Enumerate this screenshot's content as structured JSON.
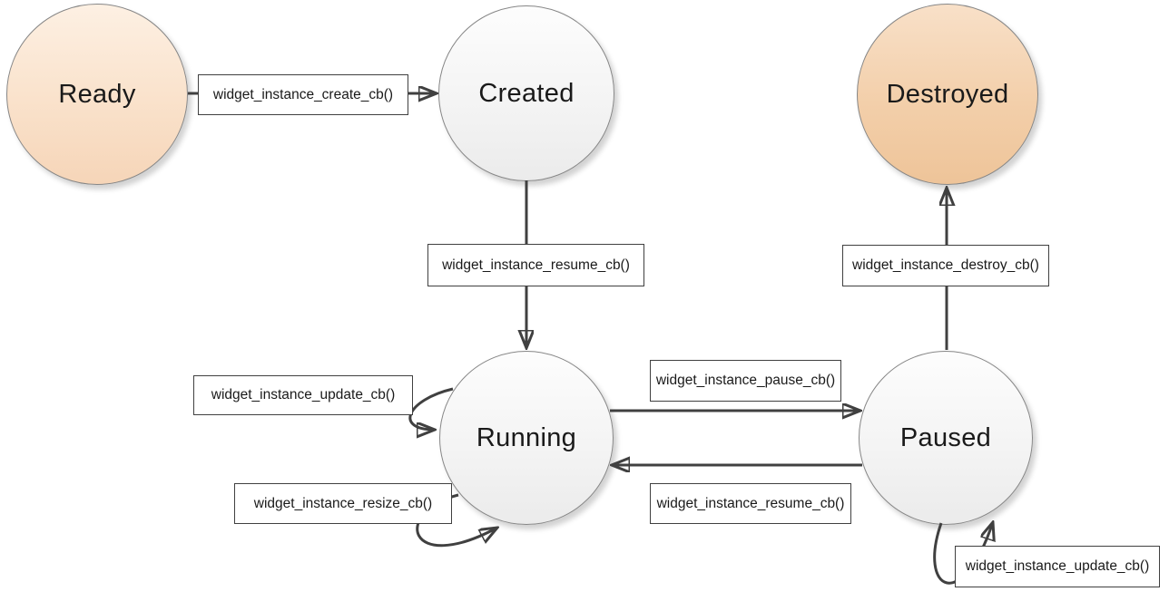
{
  "states": {
    "ready": {
      "label": "Ready",
      "fill_top": "#fdf0e3",
      "fill_bottom": "#f6d5b8"
    },
    "created": {
      "label": "Created",
      "fill_top": "#fdfdfd",
      "fill_bottom": "#ebebeb"
    },
    "destroyed": {
      "label": "Destroyed",
      "fill_top": "#f8e0c8",
      "fill_bottom": "#eec499"
    },
    "running": {
      "label": "Running",
      "fill_top": "#fdfdfd",
      "fill_bottom": "#ebebeb"
    },
    "paused": {
      "label": "Paused",
      "fill_top": "#fdfdfd",
      "fill_bottom": "#ebebeb"
    }
  },
  "transitions": {
    "create": {
      "label": "widget_instance_create_cb()",
      "from": "Ready",
      "to": "Created"
    },
    "resume_created": {
      "label": "widget_instance_resume_cb()",
      "from": "Created",
      "to": "Running"
    },
    "update_running": {
      "label": "widget_instance_update_cb()",
      "from": "Running",
      "to": "Running"
    },
    "resize_running": {
      "label": "widget_instance_resize_cb()",
      "from": "Running",
      "to": "Running"
    },
    "pause": {
      "label": "widget_instance_pause_cb()",
      "from": "Running",
      "to": "Paused"
    },
    "resume_paused": {
      "label": "widget_instance_resume_cb()",
      "from": "Paused",
      "to": "Running"
    },
    "destroy": {
      "label": "widget_instance_destroy_cb()",
      "from": "Paused",
      "to": "Destroyed"
    },
    "update_paused": {
      "label": "widget_instance_update_cb()",
      "from": "Paused",
      "to": "Paused"
    }
  },
  "colors": {
    "arrow": "#404040",
    "label_box_border": "#404040",
    "label_box_background": "#ffffff",
    "state_border": "#868686",
    "text": "#1a1a1a"
  }
}
